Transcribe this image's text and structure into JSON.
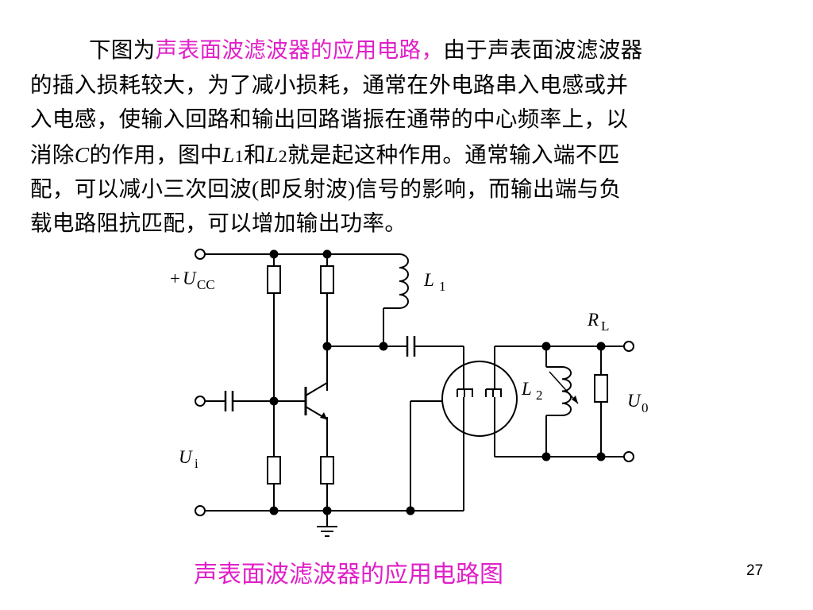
{
  "paragraph": {
    "line1_indent": "",
    "line1_a": "下图为",
    "line1_hl": "声表面波滤波器的应用电路，",
    "line1_b": "由于声表面波滤波器",
    "line2": "的插入损耗较大，为了减小损耗，通常在外电路串入电感或并",
    "line3": "入电感，使输入回路和输出回路谐振在通带的中心频率上，以",
    "line4_a": "消除",
    "line4_c": "C",
    "line4_b": "的作用，图中",
    "line4_l1": "L",
    "line4_l1sub": "1",
    "line4_and": "和",
    "line4_l2": "L",
    "line4_l2sub": "2",
    "line4_c2": "就是起这种作用。通常输入端不匹",
    "line5_a": "配，可以减小三次回波",
    "line5_paren_open": "(",
    "line5_mid": "即反射波",
    "line5_paren_close": ")",
    "line5_b": "信号的影响，而输出端与负",
    "line6": "载电路阻抗匹配，可以增加输出功率。"
  },
  "circuit": {
    "vcc_plus": "+",
    "vcc_letter": "U",
    "vcc_sub": "CC",
    "l1_letter": "L",
    "l1_sub": "1",
    "rl_letter": "R",
    "rl_sub": "L",
    "l2_letter": "L",
    "l2_sub": "2",
    "u0_letter": "U",
    "u0_sub": "0",
    "ui_letter": "U",
    "ui_sub": "i"
  },
  "caption": "声表面波滤波器的应用电路图",
  "page_number": "27",
  "colors": {
    "highlight": "#e020c8",
    "text": "#000000"
  }
}
